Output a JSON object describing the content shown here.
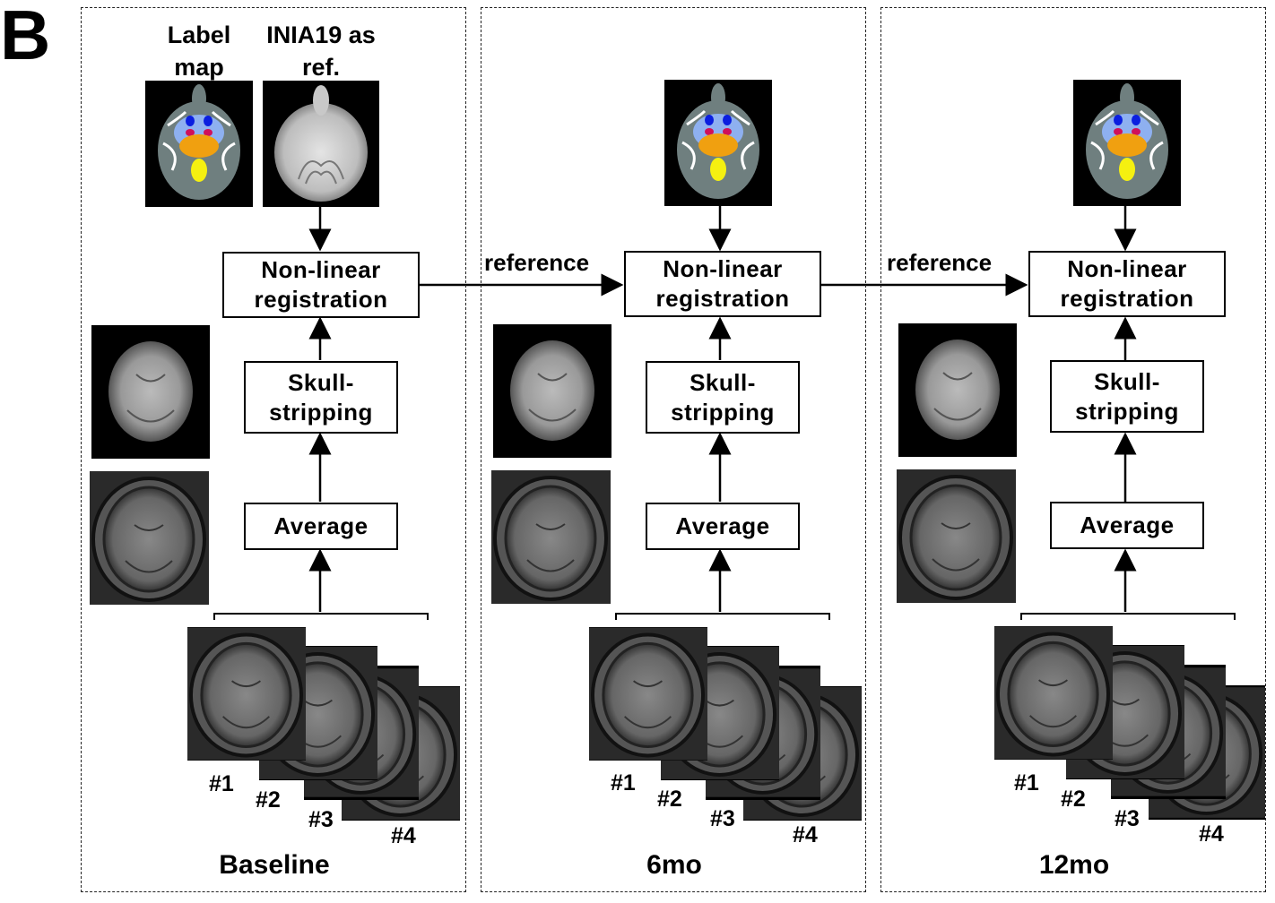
{
  "figure_label": "B",
  "headers": {
    "label_map": "Label map",
    "reference": "INIA19 as ref."
  },
  "steps": {
    "registration": "Non-linear registration",
    "skull": "Skull- stripping",
    "average": "Average"
  },
  "arrow_label": "reference",
  "scans": [
    "#1",
    "#2",
    "#3",
    "#4"
  ],
  "panels": [
    {
      "title": "Baseline"
    },
    {
      "title": "6mo"
    },
    {
      "title": "12mo"
    }
  ]
}
